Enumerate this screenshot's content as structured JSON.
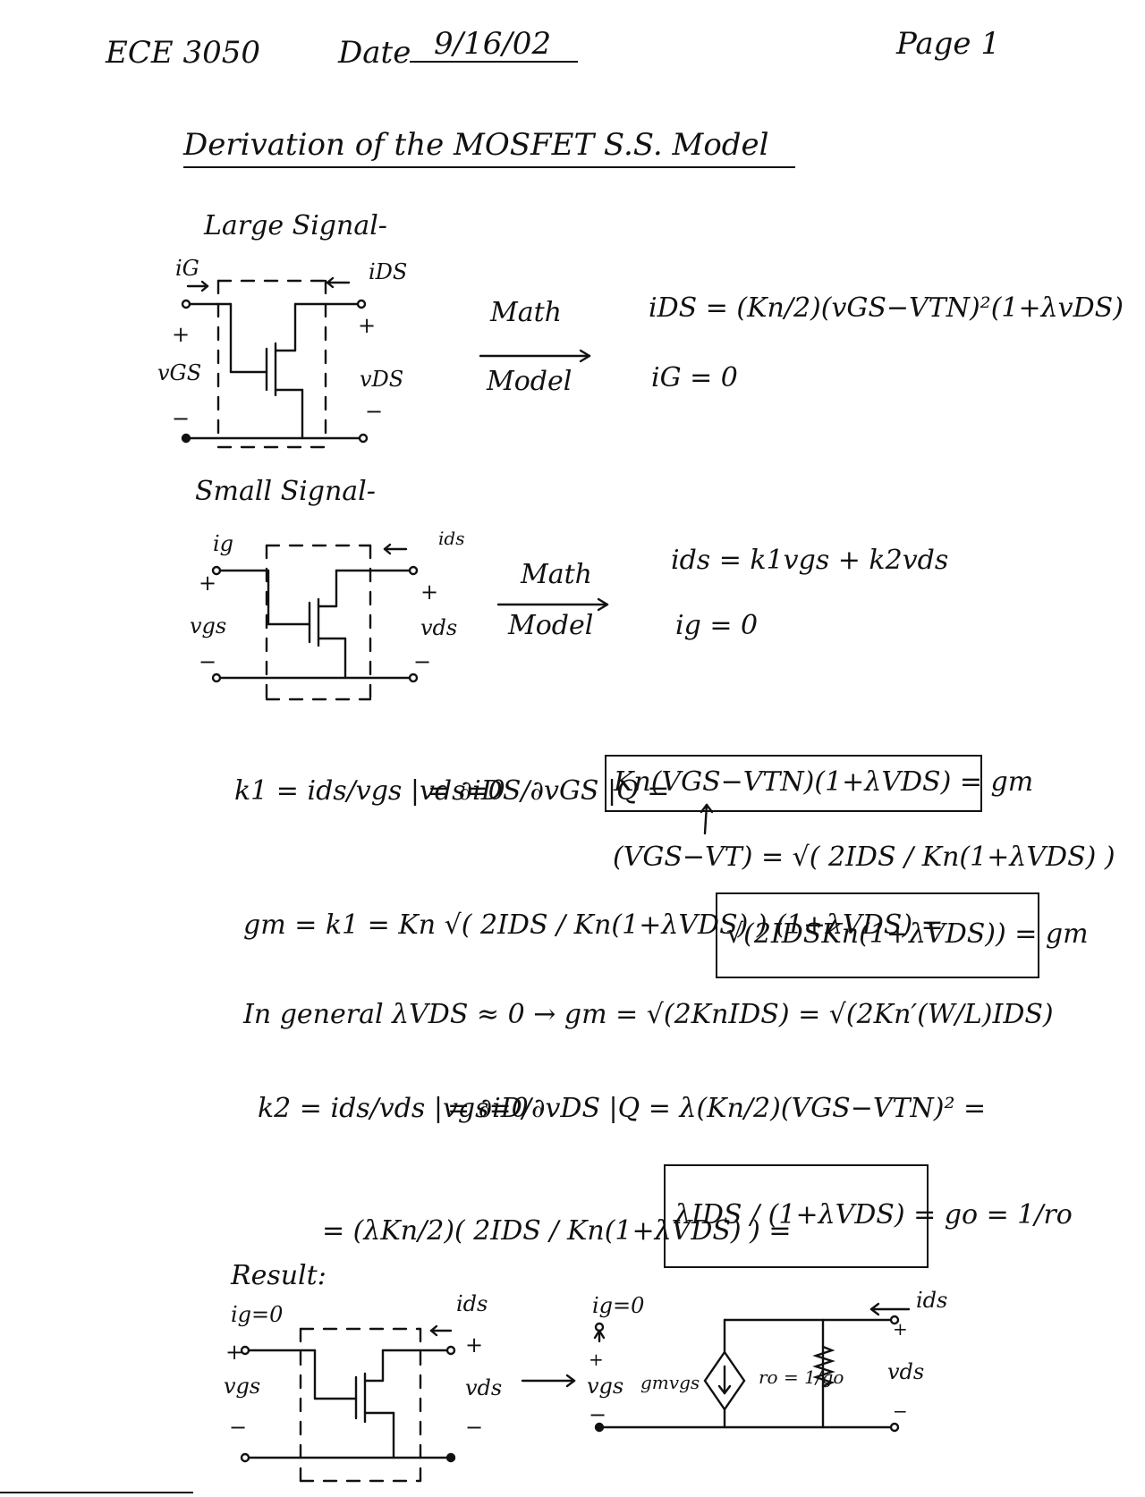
{
  "header": {
    "course": "ECE 3050",
    "date_label": "Date",
    "date": "9/16/02",
    "page": "Page 1"
  },
  "title": "Derivation of the MOSFET S.S. Model",
  "large_signal": {
    "heading": "Large Signal-",
    "labels": {
      "iG": "iG",
      "iDS": "iDS",
      "vGS": "vGS",
      "vDS": "vDS",
      "plus": "+",
      "minus": "−"
    },
    "arrow_top": "Math",
    "arrow_bottom": "Model",
    "eq1": "iDS = (Kn/2)(vGS−VTN)²(1+λvDS)",
    "eq2": "iG = 0"
  },
  "small_signal": {
    "heading": "Small Signal-",
    "labels": {
      "ig": "ig",
      "ids": "ids",
      "vgs": "vgs",
      "vds": "vds",
      "plus": "+",
      "minus": "−"
    },
    "arrow_top": "Math",
    "arrow_bottom": "Model",
    "eq1": "ids = k1vgs + k2vds",
    "eq2": "ig = 0"
  },
  "derivation": {
    "k1_lhs": "k1 = ids/vgs |vds=0",
    "k1_mid": "= ∂iDS/∂vGS |Q =",
    "k1_box": "Kn(VGS−VTN)(1+λVDS) = gm",
    "vgs_vt": "(VGS−VT) = √( 2IDS / Kn(1+λVDS) )",
    "gm_lhs": "gm = k1 = Kn √( 2IDS / Kn(1+λVDS) ) (1+λVDS) =",
    "gm_box": "√(2IDSKn(1+λVDS)) = gm",
    "general": "In general λVDS ≈ 0 → gm = √(2KnIDS) = √(2Kn′(W/L)IDS)",
    "k2_lhs": "k2 = ids/vds |vgs=0",
    "k2_mid": "= ∂iD/∂vDS |Q = λ(Kn/2)(VGS−VTN)² =",
    "k2_cont": "= (λKn/2)( 2IDS / Kn(1+λVDS) ) =",
    "k2_box": "λIDS / (1+λVDS) = go = 1/ro"
  },
  "result": {
    "heading": "Result:",
    "left_labels": {
      "ig": "ig=0",
      "ids": "ids",
      "vgs": "vgs",
      "vds": "vds",
      "plus": "+",
      "minus": "−"
    },
    "right_labels": {
      "ig": "ig=0",
      "ids": "ids",
      "vgs": "vgs",
      "vds": "vds",
      "source": "gmvgs",
      "ro": "ro = 1/go",
      "plus": "+",
      "minus": "−"
    }
  }
}
